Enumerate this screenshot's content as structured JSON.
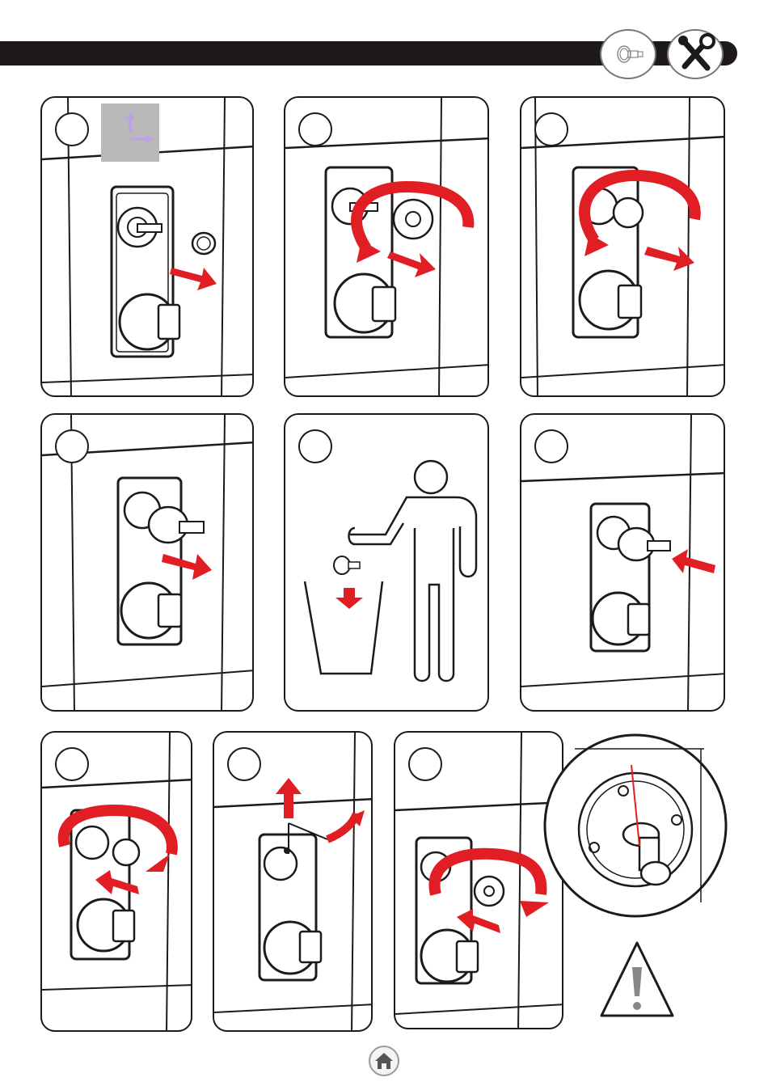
{
  "header": {
    "bar_color": "#1e1a1a",
    "icons": [
      "cartridge-icon",
      "tools-icon"
    ]
  },
  "accent_color": "#e01e24",
  "direction_badge_color": "#b9a5e6",
  "steps": [
    {
      "number": "",
      "action": "unscrew-cap"
    },
    {
      "number": "",
      "action": "unscrew-rosette"
    },
    {
      "number": "",
      "action": "unscrew-nut"
    },
    {
      "number": "",
      "action": "pull-cartridge"
    },
    {
      "number": "",
      "action": "dispose-cartridge"
    },
    {
      "number": "",
      "action": "insert-cartridge"
    },
    {
      "number": "",
      "action": "tighten-nut"
    },
    {
      "number": "",
      "action": "use-hex-key"
    },
    {
      "number": "",
      "action": "fit-rosette"
    }
  ],
  "footer": {
    "home_icon": "home-icon"
  }
}
